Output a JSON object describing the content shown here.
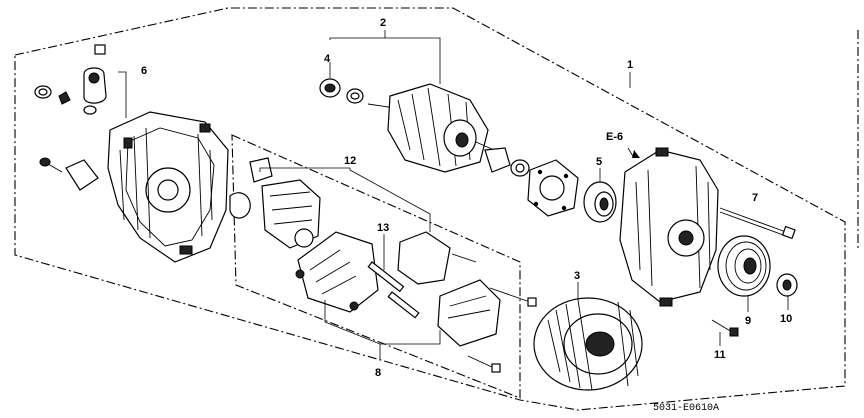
{
  "diagram": {
    "labels": [
      {
        "id": "1",
        "text": "1"
      },
      {
        "id": "2",
        "text": "2"
      },
      {
        "id": "3",
        "text": "3"
      },
      {
        "id": "4",
        "text": "4"
      },
      {
        "id": "5",
        "text": "5"
      },
      {
        "id": "6",
        "text": "6"
      },
      {
        "id": "7",
        "text": "7"
      },
      {
        "id": "8",
        "text": "8"
      },
      {
        "id": "9",
        "text": "9"
      },
      {
        "id": "10",
        "text": "10"
      },
      {
        "id": "11",
        "text": "11"
      },
      {
        "id": "12",
        "text": "12"
      },
      {
        "id": "13",
        "text": "13"
      },
      {
        "id": "e6",
        "text": "E-6"
      }
    ],
    "drawing_code": "5031-E0610A"
  }
}
